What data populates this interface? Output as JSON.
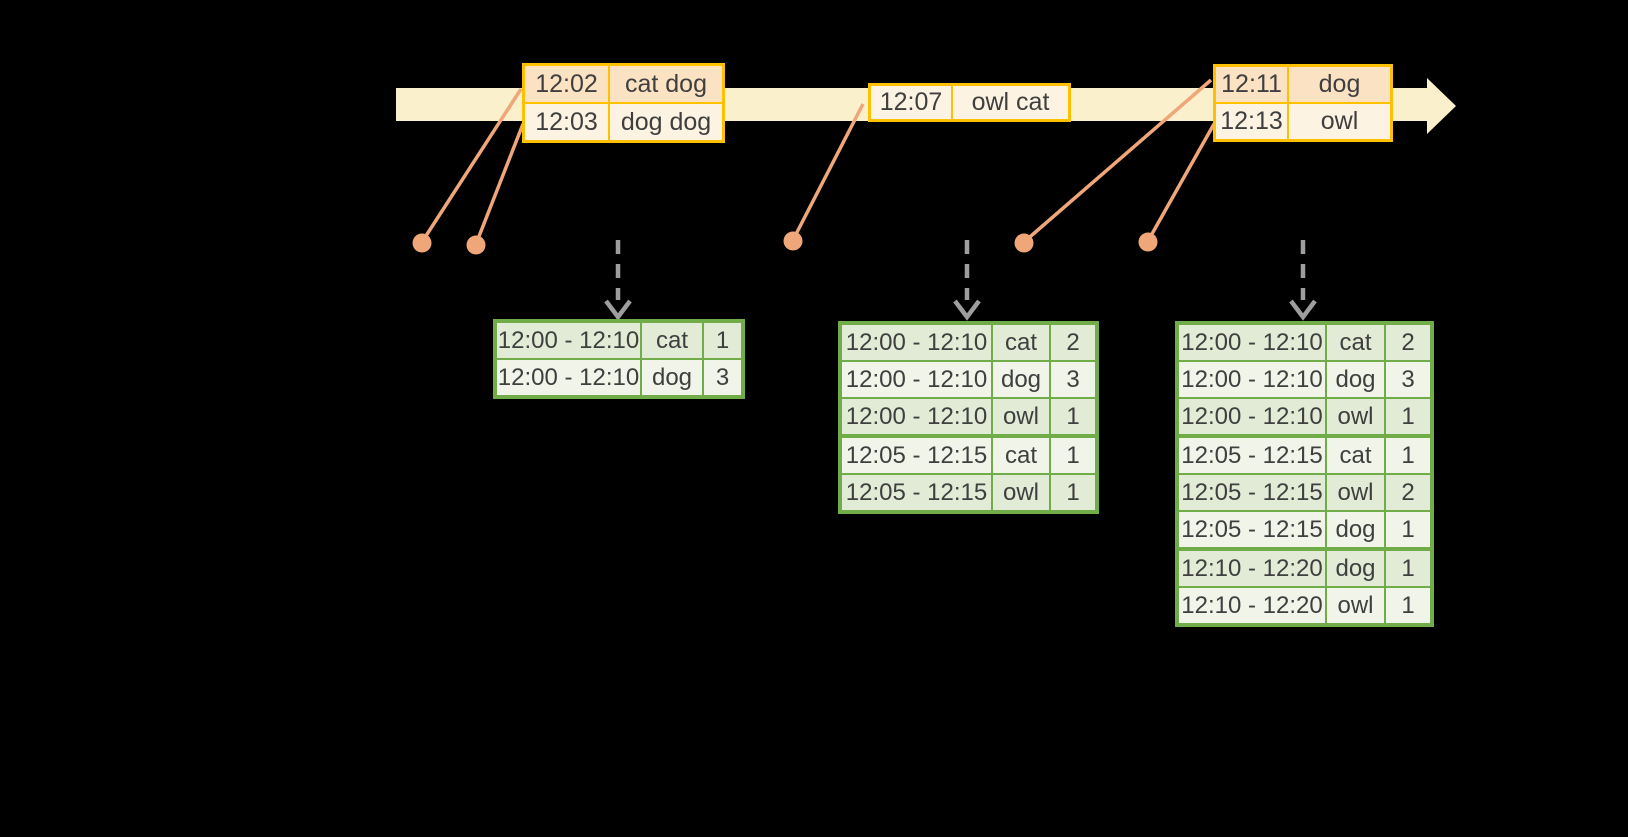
{
  "palette": {
    "background": "#000000",
    "timeline_fill": "#FAF0CC",
    "event_border": "#FFC000",
    "event_row_dark": "#FBE2C2",
    "event_row_light": "#FDF3E2",
    "connector_orange": "#EFA678",
    "trigger_gray": "#9E9E9E",
    "result_border": "#70AC47",
    "result_row_dark": "#E2EBD5",
    "result_row_light": "#F0F4E9",
    "text_color": "#3F3F3F"
  },
  "timeline": {
    "events": [
      {
        "rows": [
          {
            "time": "12:02",
            "words": "cat dog"
          },
          {
            "time": "12:03",
            "words": "dog dog"
          }
        ]
      },
      {
        "rows": [
          {
            "time": "12:07",
            "words": "owl cat"
          }
        ]
      },
      {
        "rows": [
          {
            "time": "12:11",
            "words": "dog"
          },
          {
            "time": "12:13",
            "words": "owl"
          }
        ]
      }
    ]
  },
  "result_tables": [
    {
      "rows": [
        {
          "window": "12:00 - 12:10",
          "word": "cat",
          "count": "1"
        },
        {
          "window": "12:00 - 12:10",
          "word": "dog",
          "count": "3"
        }
      ]
    },
    {
      "rows": [
        {
          "window": "12:00 - 12:10",
          "word": "cat",
          "count": "2"
        },
        {
          "window": "12:00 - 12:10",
          "word": "dog",
          "count": "3"
        },
        {
          "window": "12:00 - 12:10",
          "word": "owl",
          "count": "1"
        },
        {
          "window": "12:05 - 12:15",
          "word": "cat",
          "count": "1"
        },
        {
          "window": "12:05 - 12:15",
          "word": "owl",
          "count": "1"
        }
      ]
    },
    {
      "rows": [
        {
          "window": "12:00 - 12:10",
          "word": "cat",
          "count": "2"
        },
        {
          "window": "12:00 - 12:10",
          "word": "dog",
          "count": "3"
        },
        {
          "window": "12:00 - 12:10",
          "word": "owl",
          "count": "1"
        },
        {
          "window": "12:05 - 12:15",
          "word": "cat",
          "count": "1"
        },
        {
          "window": "12:05 - 12:15",
          "word": "owl",
          "count": "2"
        },
        {
          "window": "12:05 - 12:15",
          "word": "dog",
          "count": "1"
        },
        {
          "window": "12:10 - 12:20",
          "word": "dog",
          "count": "1"
        },
        {
          "window": "12:10 - 12:20",
          "word": "owl",
          "count": "1"
        }
      ]
    }
  ]
}
